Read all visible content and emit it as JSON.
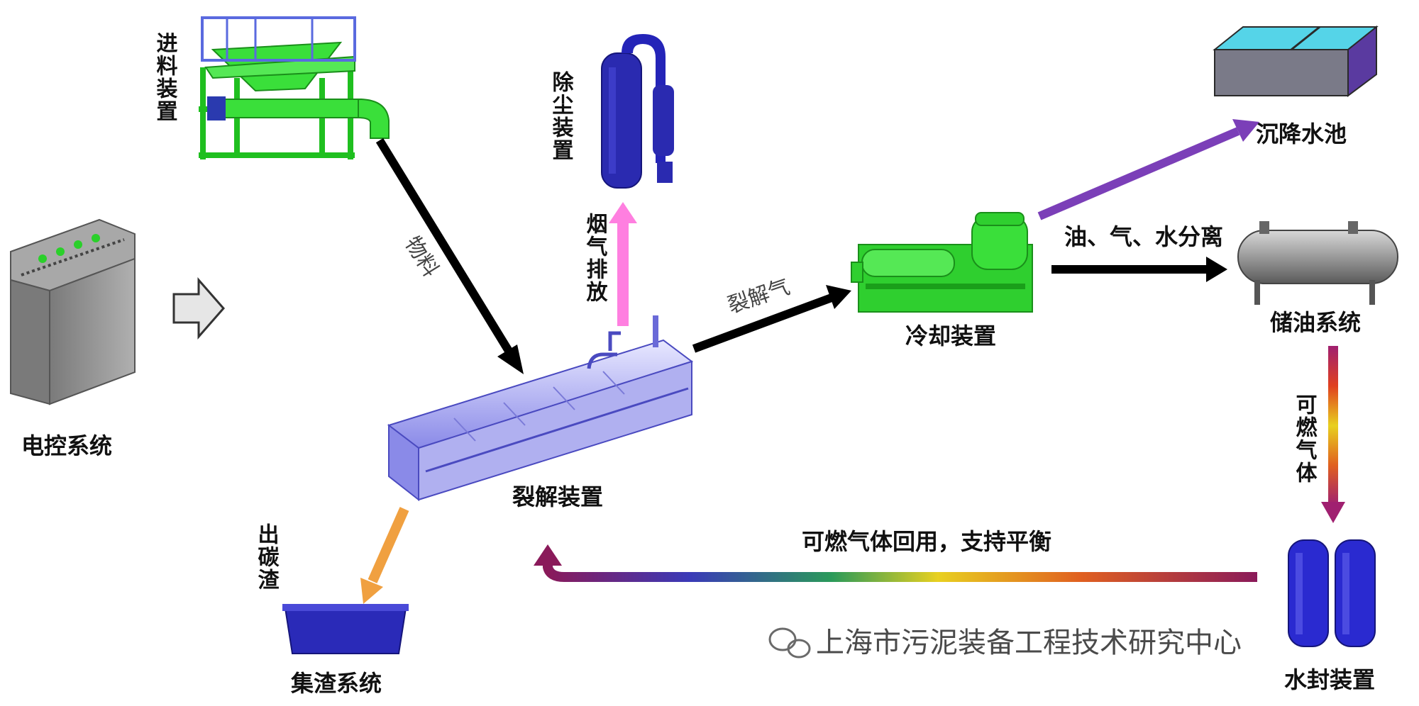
{
  "colors": {
    "green": "#2fcf2f",
    "green_dark": "#1a8f1a",
    "blue": "#2424b8",
    "blue_light": "#6f6fe0",
    "purple": "#7b3fb8",
    "pink": "#ff7fe0",
    "orange": "#f0a040",
    "gray": "#8a8a8a",
    "black": "#000000"
  },
  "nodes": {
    "feeding": {
      "label": "进料装置"
    },
    "dedust": {
      "label": "除尘装置"
    },
    "settling": {
      "label": "沉降水池"
    },
    "control": {
      "label": "电控系统"
    },
    "cooling": {
      "label": "冷却装置"
    },
    "oil_storage": {
      "label": "储油系统"
    },
    "pyrolysis": {
      "label": "裂解装置"
    },
    "slag": {
      "label": "集渣系统"
    },
    "water_seal": {
      "label": "水封装置"
    }
  },
  "edges": {
    "material": {
      "label": "物料"
    },
    "flue_gas": {
      "label": "烟气排放"
    },
    "pyrolysis_gas": {
      "label": "裂解气"
    },
    "separation": {
      "label": "油、气、水分离"
    },
    "combustible": {
      "label": "可燃气体"
    },
    "carbon_slag": {
      "label": "出碳渣"
    },
    "recycle": {
      "label": "可燃气体回用，支持平衡"
    }
  },
  "watermark": {
    "text": "上海市污泥装备工程技术研究中心"
  },
  "icons": {
    "control_arrow": "hollow-right-arrow-icon",
    "watermark_logo": "wechat-icon"
  }
}
